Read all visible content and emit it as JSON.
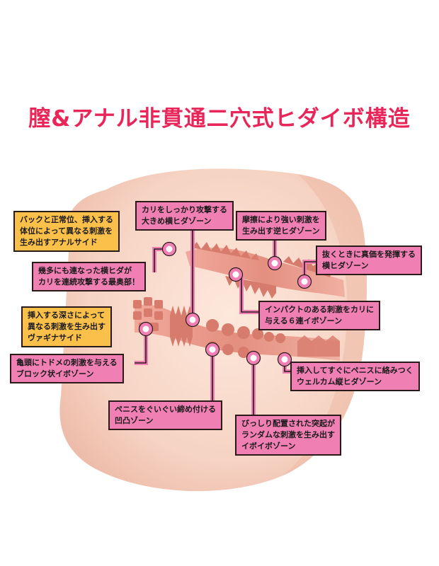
{
  "title": "膣&アナル非貫通二穴式ヒダイボ構造",
  "colors": {
    "title": "#e8265a",
    "callout_pink": "#f07fb4",
    "callout_yellow": "#fbc04a",
    "connector": "#f07fb4",
    "body_skin": "#f7d6c9",
    "canal": "#e89a8d"
  },
  "callouts": [
    {
      "id": "anal-side",
      "style": "yellow",
      "lines": [
        "バックと正常位、挿入する",
        "体位によって異なる刺激を",
        "生み出すアナルサイド"
      ]
    },
    {
      "id": "kari-attack",
      "style": "pink",
      "lines": [
        "カリをしっかり攻撃する",
        "大きめ横ヒダゾーン"
      ]
    },
    {
      "id": "friction",
      "style": "pink",
      "lines": [
        "摩擦により強い刺激を",
        "生み出す逆ヒダゾーン"
      ]
    },
    {
      "id": "pullout",
      "style": "pink",
      "lines": [
        "抜くときに真価を発揮する",
        "横ヒダゾーン"
      ]
    },
    {
      "id": "deepest",
      "style": "pink",
      "lines": [
        "幾多にも連なった横ヒダが",
        "カリを連続攻撃する最奥部！"
      ]
    },
    {
      "id": "impact",
      "style": "pink",
      "lines": [
        "インパクトのある刺激をカリに",
        "与える６連イボゾーン"
      ]
    },
    {
      "id": "vagina-side",
      "style": "yellow",
      "lines": [
        "挿入する深さによって",
        "異なる刺激を生み出す",
        "ヴァギナサイド"
      ]
    },
    {
      "id": "block",
      "style": "pink",
      "lines": [
        "亀頭にトドメの刺激を与える",
        "ブロック状イボゾーン"
      ]
    },
    {
      "id": "welcome",
      "style": "pink",
      "lines": [
        "挿入してすぐにペニスに絡みつく",
        "ウェルカム縦ヒダゾーン"
      ]
    },
    {
      "id": "bumps",
      "style": "pink",
      "lines": [
        "ペニスをぐいぐい締め付ける",
        "凹凸ゾーン"
      ]
    },
    {
      "id": "random",
      "style": "pink",
      "lines": [
        "びっしり配置された突起が",
        "ランダムな刺激を生み出す",
        "イボイボゾーン"
      ]
    }
  ]
}
